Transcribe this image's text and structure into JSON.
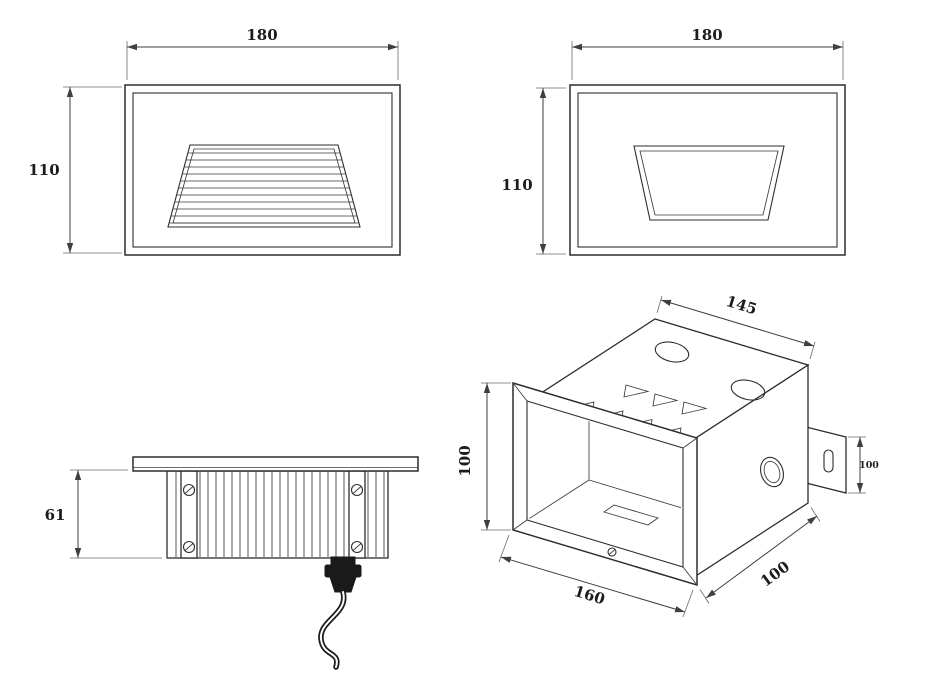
{
  "drawing": {
    "front_view_louvered": {
      "width": "180",
      "height": "110"
    },
    "front_view_plain": {
      "width": "180",
      "height": "110"
    },
    "side_view": {
      "recess_depth": "61"
    },
    "iso_view": {
      "body_width": "145",
      "opening_height": "100",
      "opening_width": "160",
      "body_depth": "100",
      "bracket_height": "100"
    }
  }
}
